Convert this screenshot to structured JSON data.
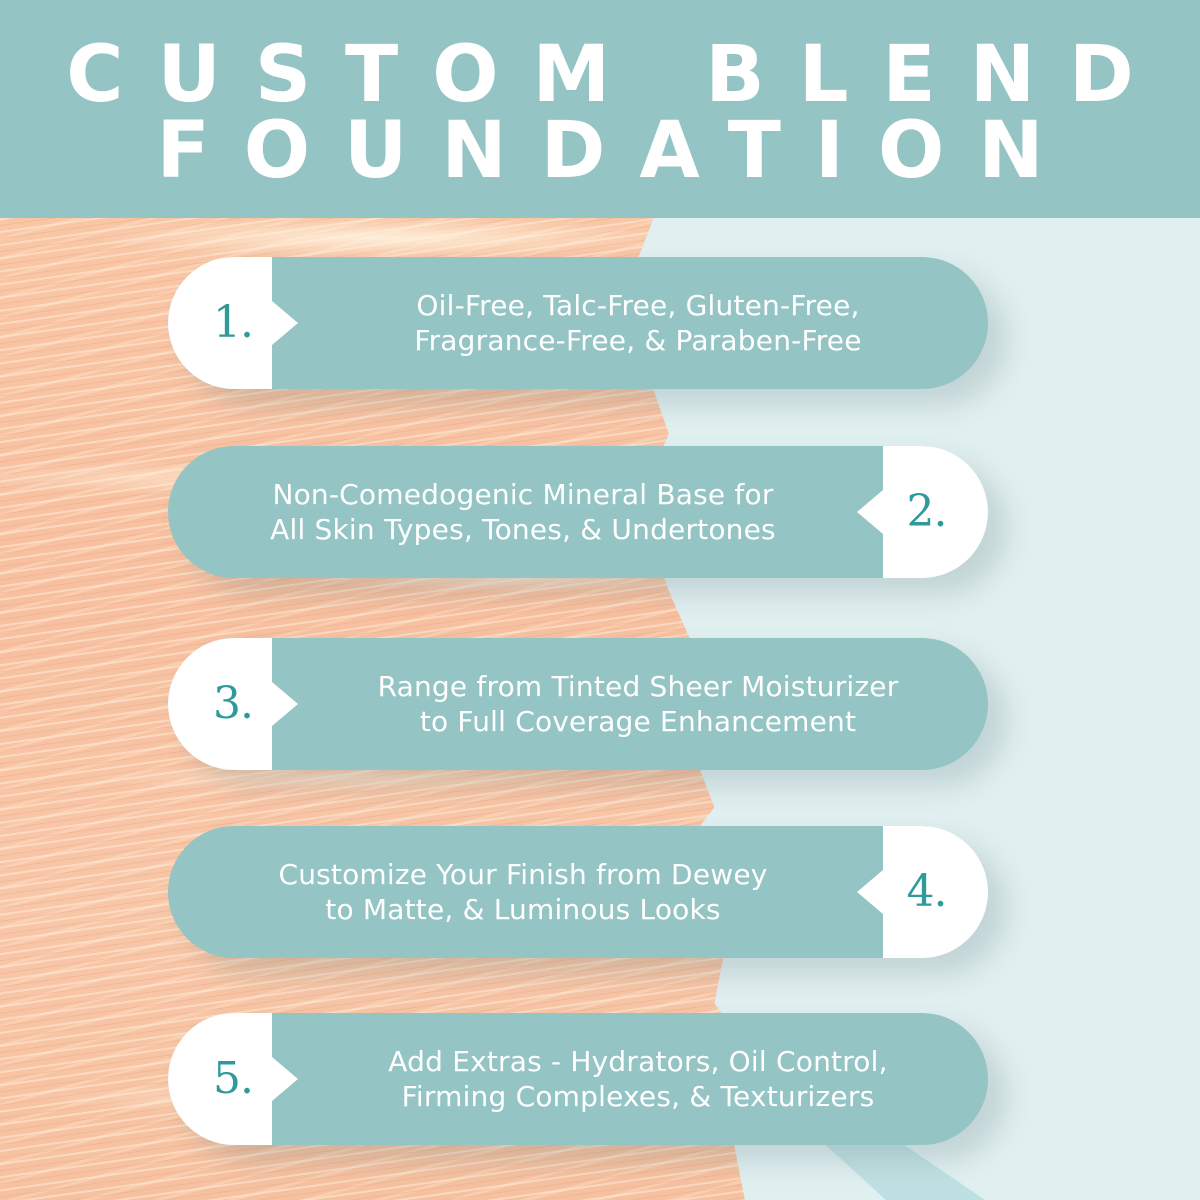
{
  "header": {
    "title_line1": "CUSTOM BLEND",
    "title_line2": "FOUNDATION"
  },
  "colors": {
    "teal": "#95c4c4",
    "number_teal": "#2f9a9a",
    "background_aqua": "#e0eff0",
    "swatch_peach": "#f8c4a4",
    "white": "#ffffff"
  },
  "items": [
    {
      "number": "1.",
      "line1": "Oil-Free, Talc-Free, Gluten-Free,",
      "line2": "Fragrance-Free, & Paraben-Free",
      "number_side": "left"
    },
    {
      "number": "2.",
      "line1": "Non-Comedogenic Mineral Base for",
      "line2": "All Skin Types, Tones, & Undertones",
      "number_side": "right"
    },
    {
      "number": "3.",
      "line1": "Range from Tinted Sheer Moisturizer",
      "line2": "to Full Coverage Enhancement",
      "number_side": "left"
    },
    {
      "number": "4.",
      "line1": "Customize Your Finish from Dewey",
      "line2": "to Matte, & Luminous Looks",
      "number_side": "right"
    },
    {
      "number": "5.",
      "line1": "Add Extras - Hydrators, Oil Control,",
      "line2": "Firming Complexes, & Texturizers",
      "number_side": "left"
    }
  ]
}
